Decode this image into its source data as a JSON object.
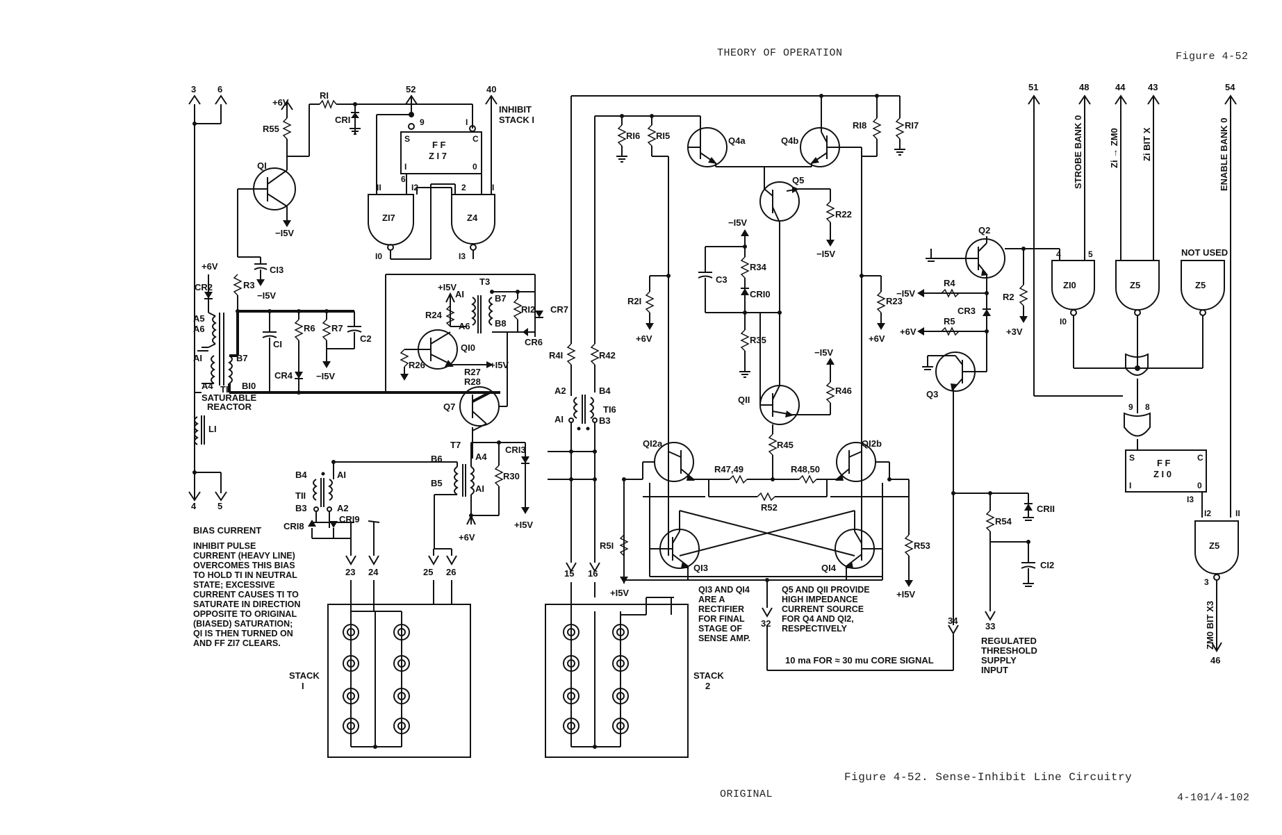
{
  "header": {
    "section_title": "THEORY OF OPERATION",
    "figure_number": "Figure 4-52"
  },
  "caption": "Figure 4-52.  Sense-Inhibit Line Circuitry",
  "footer": {
    "original": "ORIGINAL",
    "page": "4-101/4-102"
  },
  "terminals": {
    "t3": "3",
    "t6": "6",
    "t4": "4",
    "t5": "5",
    "t52": "52",
    "t40": "40",
    "t23": "23",
    "t24": "24",
    "t25": "25",
    "t26": "26",
    "t15": "15",
    "t16": "16",
    "t32": "32",
    "t34": "34",
    "t33": "33",
    "t51": "51",
    "t48": "48",
    "t44": "44",
    "t43": "43",
    "t54": "54",
    "t46": "46"
  },
  "labels": {
    "inhibit_stack": [
      "INHIBIT",
      "STACK  I"
    ],
    "saturable_reactor": [
      "SATURABLE",
      "REACTOR"
    ],
    "bias_current": "BIAS CURRENT",
    "stack1": [
      "STACK",
      "I"
    ],
    "stack2": [
      "STACK",
      "2"
    ],
    "strobe_bank": "STROBE  BANK  0",
    "zi_zmo": "Zi → ZM0",
    "zi_bit_x": "Zi  BIT  X",
    "enable_bank": "ENABLE  BANK  0",
    "not_used": "NOT  USED",
    "zmo_bit_x3": "ZM0  BIT  X3",
    "regulated": [
      "REGULATED",
      "THRESHOLD",
      "SUPPLY",
      "INPUT"
    ],
    "core_signal": "10 ma  FOR ≈ 30 mu  CORE  SIGNAL",
    "ff_z17": [
      "F F",
      "Z I 7"
    ],
    "ff_z10": [
      "F F",
      "Z I 0"
    ]
  },
  "notes": {
    "inhibit_note": [
      "INHIBIT  PULSE",
      "CURRENT (HEAVY LINE)",
      "OVERCOMES  THIS BIAS",
      "TO HOLD TI IN NEUTRAL",
      "STATE; EXCESSIVE",
      "CURRENT  CAUSES  TI  TO",
      "SATURATE   IN  DIRECTION",
      "OPPOSITE  TO  ORIGINAL",
      "(BIASED)  SATURATION;",
      "QI  IS  THEN  TURNED  ON",
      "AND  FF  ZI7  CLEARS."
    ],
    "q13_note": [
      "QI3  AND  QI4",
      "ARE  A",
      "RECTIFIER",
      "FOR  FINAL",
      "STAGE  OF",
      "SENSE  AMP."
    ],
    "q5_note": [
      "Q5  AND  QII  PROVIDE",
      "HIGH  IMPEDANCE",
      "CURRENT  SOURCE",
      "FOR  Q4  AND  QI2,",
      "RESPECTIVELY"
    ]
  },
  "components": {
    "R1": "RI",
    "R55": "R55",
    "R3": "R3",
    "R6": "R6",
    "R7": "R7",
    "R24": "R24",
    "R26": "R26",
    "R12": "RI2",
    "R27": "R27",
    "R28": "R28",
    "R30": "R30",
    "R16": "RI6",
    "R15": "RI5",
    "R18": "RI8",
    "R17": "RI7",
    "R21": "R2I",
    "R22": "R22",
    "R23": "R23",
    "R34": "R34",
    "R35": "R35",
    "R41": "R4I",
    "R42": "R42",
    "R45": "R45",
    "R46": "R46",
    "R4749": "R47,49",
    "R4850": "R48,50",
    "R52": "R52",
    "R51": "R5I",
    "R53": "R53",
    "R54": "R54",
    "R4": "R4",
    "R5": "R5",
    "R2": "R2",
    "C13": "CI3",
    "C1": "CI",
    "C2": "C2",
    "C3": "C3",
    "C12": "CI2",
    "CR1": "CRI",
    "CR2": "CR2",
    "CR4": "CR4",
    "CR6": "CR6",
    "CR7": "CR7",
    "CR10": "CRI0",
    "CR13": "CRI3",
    "CR18": "CRI8",
    "CR19": "CRI9",
    "CR3": "CR3",
    "CR11": "CRII",
    "Q1": "QI",
    "Q10": "QI0",
    "Q7": "Q7",
    "Q4a": "Q4a",
    "Q4b": "Q4b",
    "Q5": "Q5",
    "Q11": "QII",
    "Q12a": "QI2a",
    "Q12b": "QI2b",
    "Q13": "QI3",
    "Q14": "QI4",
    "Q2": "Q2",
    "Q3": "Q3",
    "T1": "TI",
    "T3": "T3",
    "T7": "T7",
    "T11": "TII",
    "T16": "TI6",
    "L1": "LI",
    "Z17": "ZI7",
    "Z4": "Z4",
    "Z10": "ZI0",
    "Z5a": "Z5",
    "Z5b": "Z5",
    "Z5c": "Z5"
  },
  "supplies": {
    "p6": "+6V",
    "n15": "−I5V",
    "p15": "+I5V",
    "p3": "+3V"
  }
}
